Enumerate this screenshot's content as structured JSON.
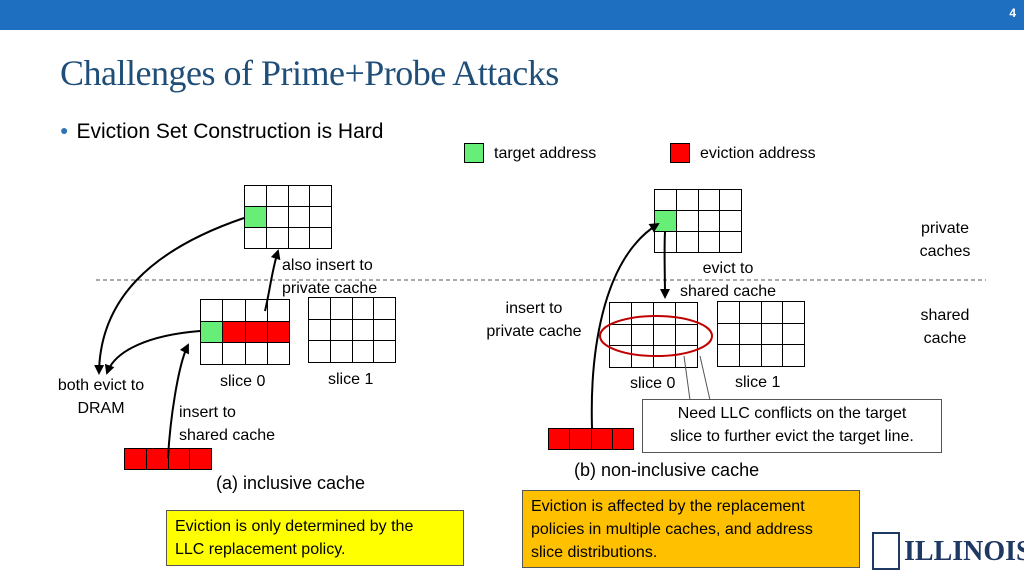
{
  "slide_number": "4",
  "title": "Challenges of Prime+Probe Attacks",
  "bullet": "Eviction Set Construction is Hard",
  "legend": {
    "target": "target address",
    "eviction": "eviction address",
    "target_color": "#66ee77",
    "eviction_color": "#ff0000"
  },
  "levels": {
    "private": [
      "private",
      "caches"
    ],
    "shared": [
      "shared",
      "cache"
    ]
  },
  "inclusive": {
    "also_insert": [
      "also insert to",
      "private cache"
    ],
    "slice0": "slice 0",
    "slice1": "slice 1",
    "both_evict": [
      "both evict to",
      "DRAM"
    ],
    "insert_shared": [
      "insert to",
      "shared cache"
    ],
    "caption": "(a) inclusive cache",
    "note": [
      "Eviction is only determined by the",
      "LLC replacement policy."
    ]
  },
  "noninclusive": {
    "evict_to": [
      "evict to",
      "shared cache"
    ],
    "insert_private": [
      "insert to",
      "private cache"
    ],
    "slice0": "slice 0",
    "slice1": "slice 1",
    "need": [
      "Need LLC conflicts on the target",
      "slice to further evict the target line."
    ],
    "caption": "(b) non-inclusive cache",
    "note": [
      "Eviction is affected by the replacement",
      "policies in multiple caches, and address",
      "slice distributions."
    ]
  },
  "logo": "ILLINOIS"
}
